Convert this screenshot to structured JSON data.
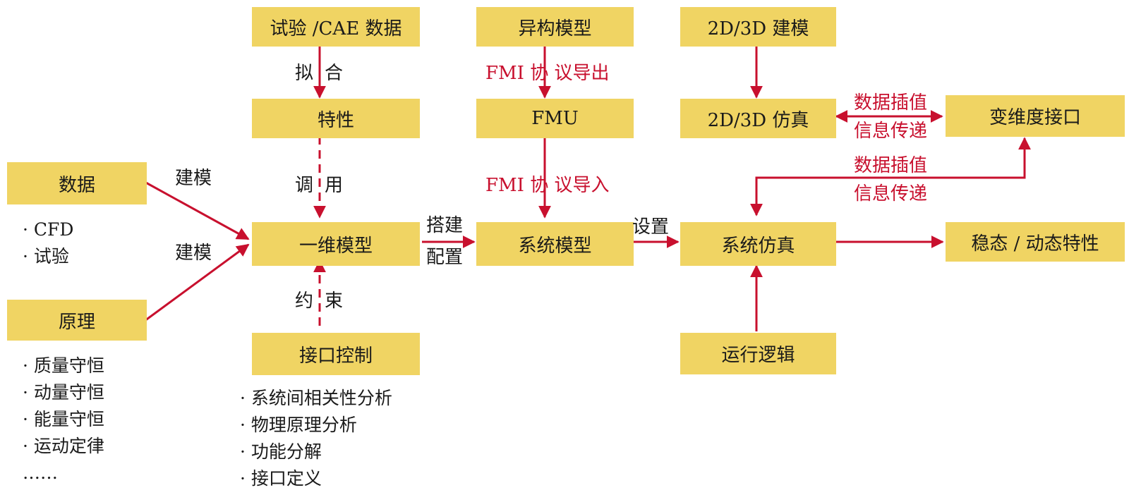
{
  "nodes": {
    "test_cae_data": "试验 /CAE 数据",
    "hetero_model": "异构模型",
    "modeling_2d3d": "2D/3D 建模",
    "characteristics": "特性",
    "fmu": "FMU",
    "sim_2d3d": "2D/3D 仿真",
    "var_dim_interface": "变维度接口",
    "data": "数据",
    "principle": "原理",
    "one_d_model": "一维模型",
    "system_model": "系统模型",
    "system_sim": "系统仿真",
    "steady_dynamic": "稳态 / 动态特性",
    "interface_control": "接口控制",
    "run_logic": "运行逻辑"
  },
  "edge_labels": {
    "fit": "拟合",
    "fmi_export": "FMI 协 议导出",
    "call": "调用",
    "fmi_import": "FMI 协 议导入",
    "modeling_1": "建模",
    "modeling_2": "建模",
    "build": "搭建",
    "configure": "配置",
    "setup": "设置",
    "constraint": "约束",
    "interp_1": "数据插值",
    "transfer_1": "信息传递",
    "interp_2": "数据插值",
    "transfer_2": "信息传递"
  },
  "lists": {
    "data_items": [
      "CFD",
      "试验"
    ],
    "principle_items": [
      "质量守恒",
      "动量守恒",
      "能量守恒",
      "运动定律"
    ],
    "principle_more": "……",
    "interface_items": [
      "系统间相关性分析",
      "物理原理分析",
      "功能分解",
      "接口定义"
    ]
  },
  "colors": {
    "box_fill": "#f0d463",
    "arrow": "#c8102e",
    "text": "#1a1a1a"
  }
}
